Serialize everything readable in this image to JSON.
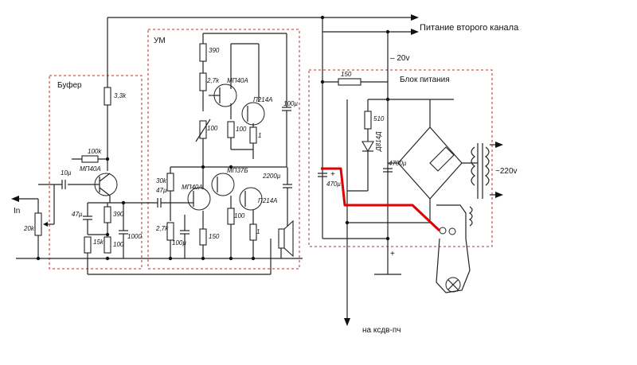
{
  "labels": {
    "supply_second_channel": "Питание второго канала",
    "minus_20v": "– 20v",
    "um": "УМ",
    "buffer": "Буфер",
    "power_supply": "Блок питания",
    "in": "In",
    "to_ksdv": "на ксдв-пч",
    "mains": "~220v",
    "plus": "+",
    "plus_bottom": "+"
  },
  "components": {
    "r_3k3": "3,3k",
    "r_100k": "100k",
    "c_10u": "10µ",
    "t_buf": "МП40А",
    "r_20k": "20k",
    "c_47u_buf": "47µ",
    "r_390_buf": "390",
    "r_15k": "15k",
    "r_100_buf": "100",
    "c_1000": "1000",
    "r_390_um": "390",
    "r_2k7_top": "2,7k",
    "t_mp40a_top": "МП40А",
    "t_p214a_top": "П214А",
    "c_100u_top": "100µ",
    "r_100_var": "100",
    "r_100_mid": "100",
    "r_1_top": "1",
    "r_30k": "30k",
    "c_47u_um": "47µ",
    "t_mp40a_bot": "МП40А",
    "t_mp37b": "МП37Б",
    "c_2200u": "2200µ",
    "t_p214a_bot": "П214А",
    "r_2k7_bot": "2,7k",
    "r_100_bot": "100",
    "r_1_bot": "1",
    "c_100u_bot": "100µ",
    "r_150": "150",
    "r_150_ps": "150",
    "r_510": "510",
    "d_zener": "Д814Д",
    "c_4700u": "4700µ",
    "c_470u": "470µ"
  }
}
